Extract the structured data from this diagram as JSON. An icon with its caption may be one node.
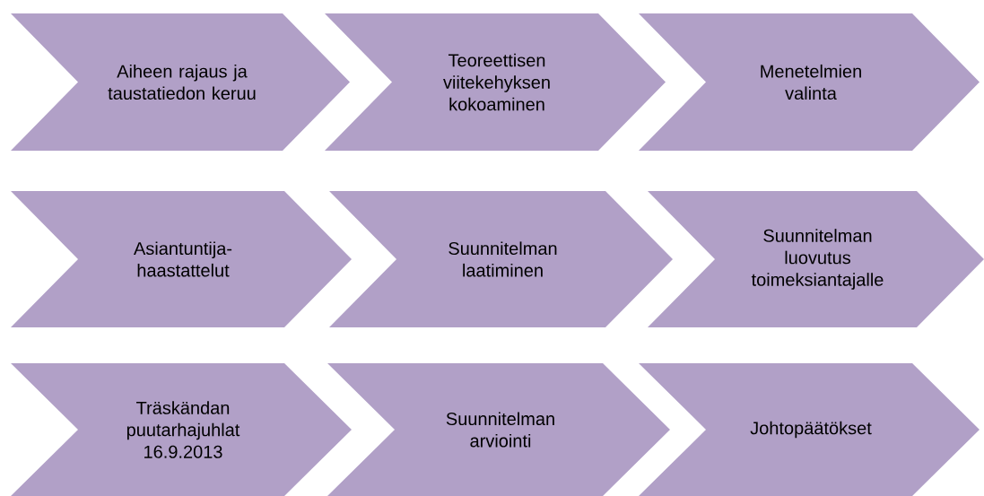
{
  "diagram": {
    "nodes": [
      {
        "text": [
          "Aiheen rajaus ja taustatiedon keruu"
        ]
      },
      {
        "text": [
          "Teoreettisen viitekehyksen kokoaminen"
        ]
      },
      {
        "text": [
          "Menetelmien valinta"
        ]
      },
      {
        "text": [
          "Asiantuntija-haastattelut"
        ]
      },
      {
        "text": [
          "Suunnitelman laatiminen"
        ]
      },
      {
        "text": [
          "Suunnitelman luovutus toimeksiantajalle"
        ]
      },
      {
        "text": [
          "Träskändan puutarhajuhlat 16.9.2013"
        ]
      },
      {
        "text": [
          "Suunnitelman arviointi"
        ]
      },
      {
        "text": [
          "Johtopäätökset"
        ]
      }
    ]
  }
}
